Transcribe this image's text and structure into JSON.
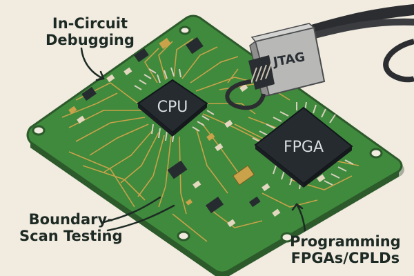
{
  "labels": {
    "in_circuit_debugging": [
      "In-Circuit",
      "Debugging"
    ],
    "boundary_scan_testing": [
      "Boundary-",
      "Scan Testing"
    ],
    "programming": [
      "Programming",
      "FPGAs/CPLDs"
    ]
  },
  "chips": {
    "cpu": "CPU",
    "fpga": "FPGA"
  },
  "connector": {
    "label": "JTAG"
  },
  "colors": {
    "background": "#f1ebe0",
    "board": "#3f8a3c",
    "board_edge": "#2c5a2b",
    "trace": "#c9a24a",
    "chip": "#262b30",
    "connector": "#b8b9b6"
  }
}
